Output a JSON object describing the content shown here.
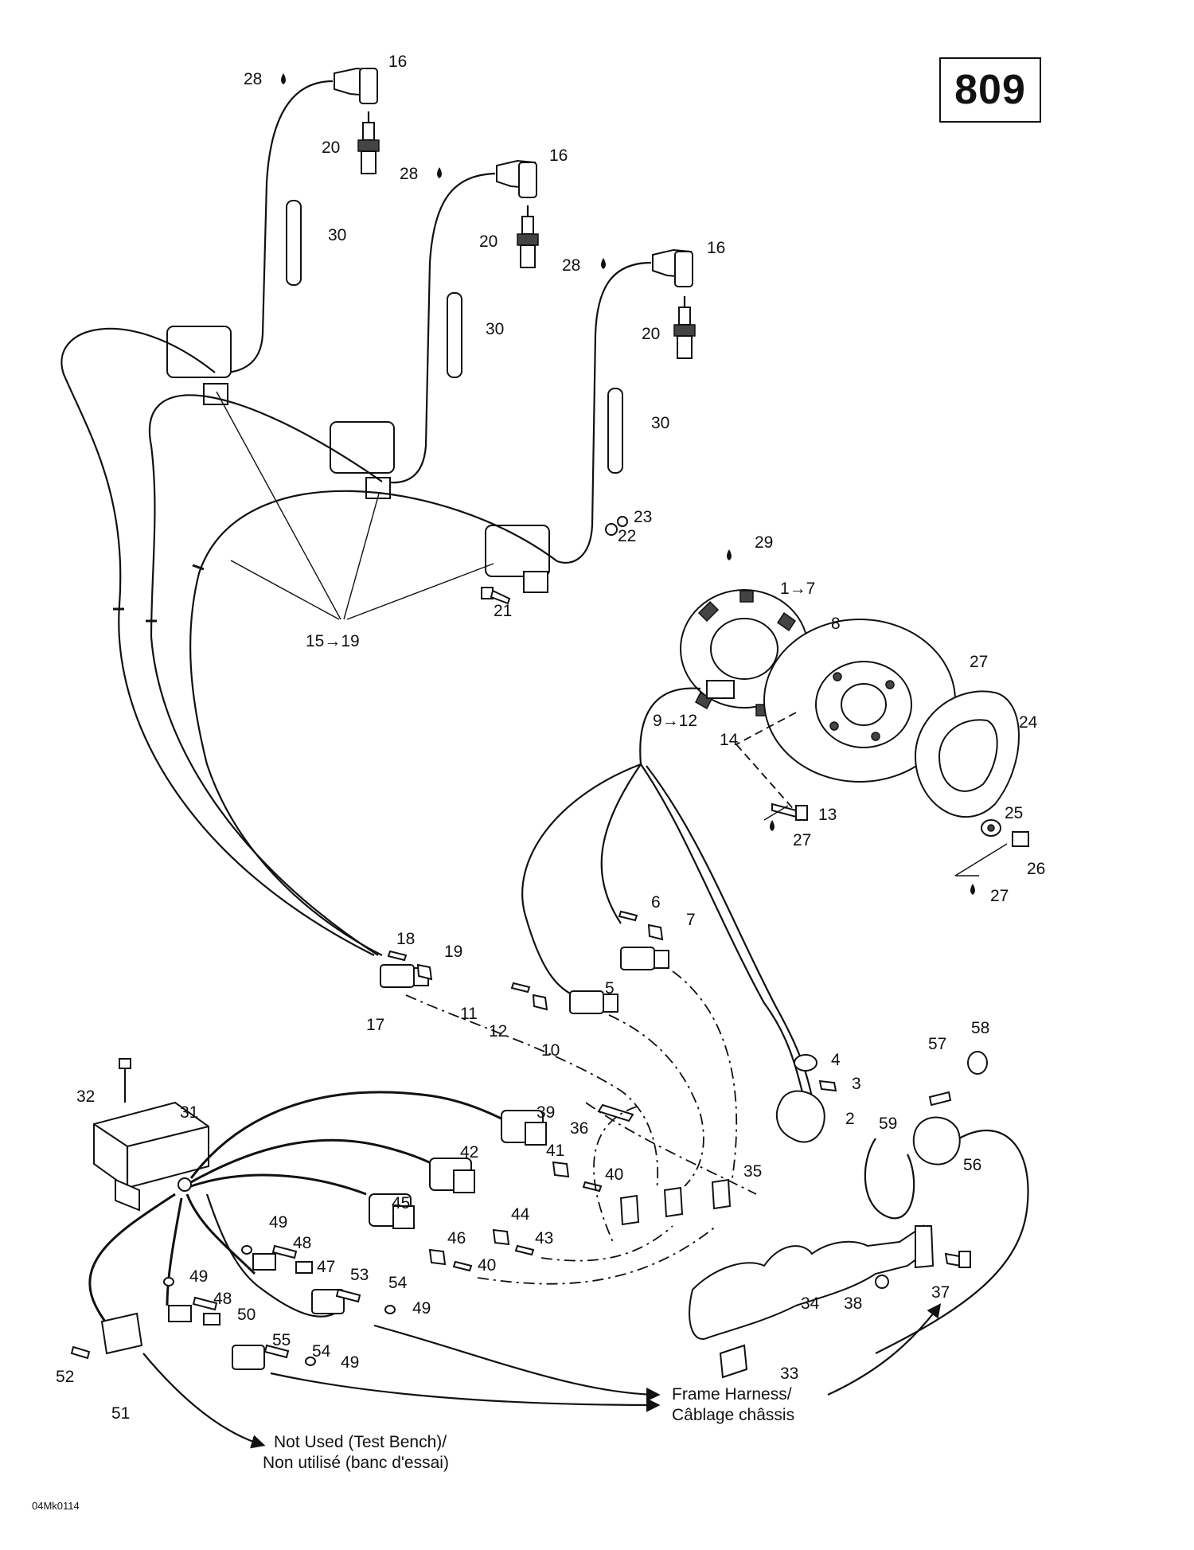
{
  "diagram": {
    "page_number": "809",
    "image_code": "04Mk0114",
    "notes": {
      "frame_harness": [
        "Frame Harness/",
        "Câblage châssis"
      ],
      "not_used": [
        "Not Used (Test Bench)/",
        "Non utilisé (banc d'essai)"
      ]
    },
    "callouts": [
      "16",
      "28",
      "20",
      "30",
      "15→19",
      "21",
      "23",
      "22",
      "29",
      "1→7",
      "8",
      "27",
      "24",
      "9→12",
      "14",
      "13",
      "25",
      "26",
      "6",
      "7",
      "5",
      "18",
      "19",
      "17",
      "11",
      "12",
      "10",
      "4",
      "3",
      "2",
      "58",
      "57",
      "59",
      "56",
      "32",
      "31",
      "39",
      "36",
      "42",
      "41",
      "40",
      "35",
      "45",
      "44",
      "43",
      "46",
      "49",
      "48",
      "47",
      "53",
      "54",
      "50",
      "55",
      "37",
      "34",
      "38",
      "33",
      "52",
      "51"
    ]
  }
}
